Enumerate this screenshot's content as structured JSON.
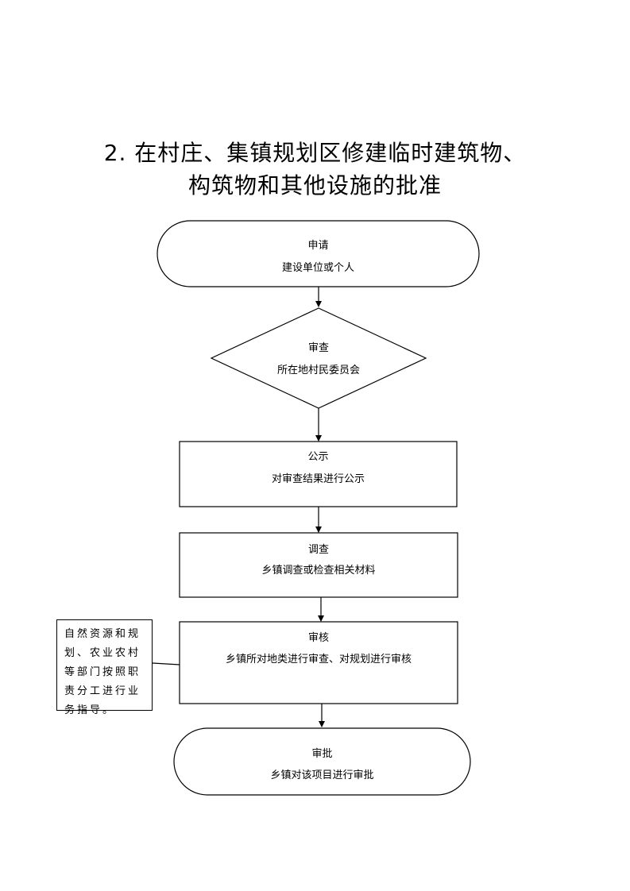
{
  "title": {
    "line1": "2. 在村庄、集镇规划区修建临时建筑物、",
    "line2": "构筑物和其他设施的批准"
  },
  "nodes": [
    {
      "shape": "rounded",
      "label": "申请",
      "detail": "建设单位或个人"
    },
    {
      "shape": "diamond",
      "label": "审查",
      "detail": "所在地村民委员会"
    },
    {
      "shape": "rect",
      "label": "公示",
      "detail": "对审查结果进行公示"
    },
    {
      "shape": "rect",
      "label": "调查",
      "detail": "乡镇调查或检查相关材料"
    },
    {
      "shape": "rect",
      "label": "审核",
      "detail": "乡镇所对地类进行审查、对规划进行审核"
    },
    {
      "shape": "rounded",
      "label": "审批",
      "detail": "乡镇对该项目进行审批"
    }
  ],
  "side_note": {
    "text": "自然资源和规划、农业农村等部门按照职责分工进行业务指导。",
    "attached_to": "审核"
  }
}
